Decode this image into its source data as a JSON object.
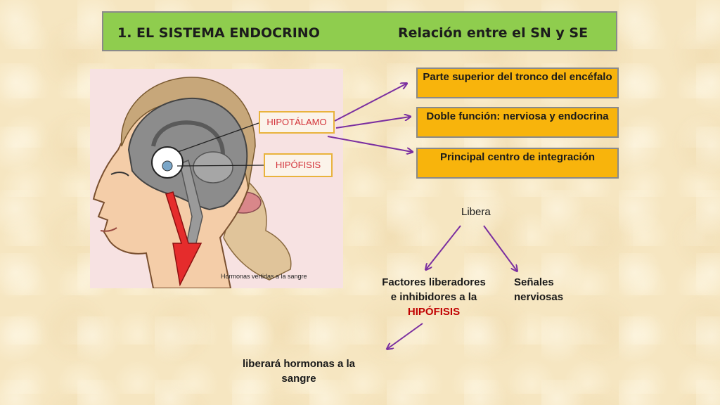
{
  "header": {
    "title_left": "1. EL SISTEMA ENDOCRINO",
    "title_right": "Relación entre el  SN y SE"
  },
  "illustration": {
    "label_hipotalamo": "HIPOTÁLAMO",
    "label_hipofisis": "HIPÓFISIS",
    "caption": "Hormonas vertidas a la sangre"
  },
  "functions": [
    "Parte superior del tronco del encéfalo",
    "Doble función: nerviosa y endocrina",
    "Principal centro de integración"
  ],
  "flow": {
    "releases_label": "Libera",
    "factors_line1": "Factores liberadores",
    "factors_line2": "e inhibidores a la",
    "factors_target": "HIPÓFISIS",
    "signals_line1": "Señales",
    "signals_line2": "nerviosas",
    "result_line1": "liberará hormonas a la",
    "result_line2": "sangre"
  },
  "colors": {
    "title_bg": "#8fcd4e",
    "box_bg": "#f8b40c",
    "arrow": "#7b2fa0",
    "highlight_text": "#c00000"
  }
}
